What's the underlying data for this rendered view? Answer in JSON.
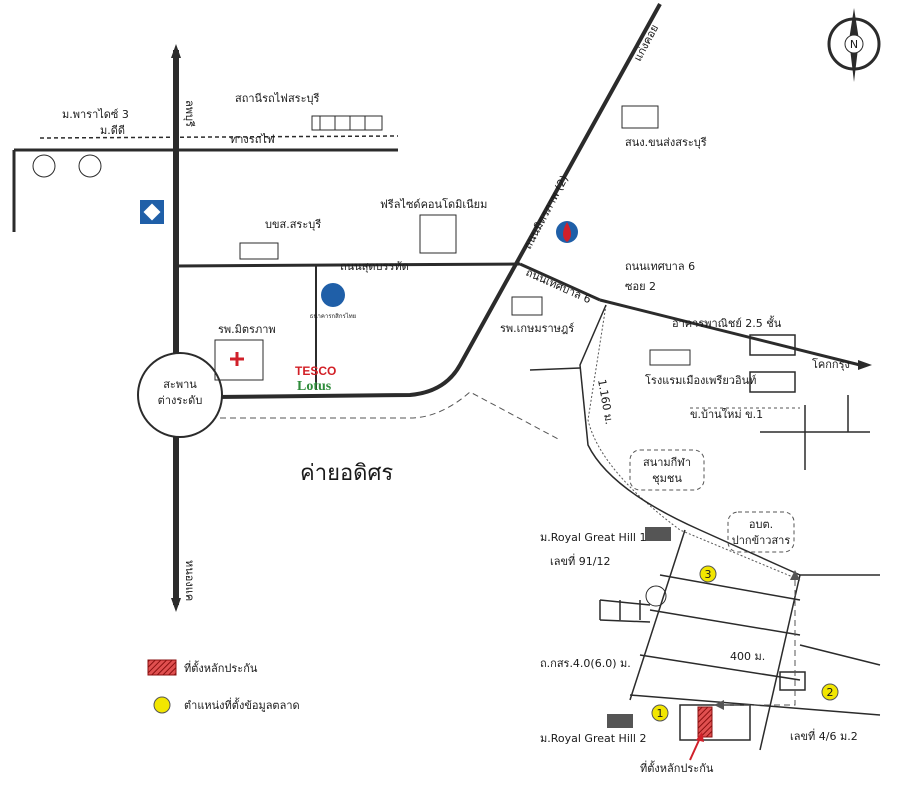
{
  "map": {
    "compass_label": "N",
    "area_label": "ค่ายอดิศร",
    "roads": {
      "north_south_top": "ลพบุรี",
      "north_south_bottom": "หนองแค",
      "railway": "ทางรถไฟ",
      "sudbanthad": "ถนนสุดบรรทัด",
      "mittraphap": "ถนนมิตรภาพ (2)",
      "mittraphap_end": "แก่งคอย",
      "tessaban6": "ถนนเทศบาล 6",
      "tessaban6_corner": "ถนนเทศบาล 6",
      "soi2": "ซอย 2",
      "kokkrung": "โคกกรุง",
      "road_1_160": "1.160 ม.",
      "distance_400": "400 ม.",
      "road_width": "ถ.กสร.4.0(6.0) ม."
    },
    "landmarks": {
      "railway_station": "สถานีรถไฟสระบุรี",
      "mu_paradise": "ม.พาราไดซ์ 3",
      "mu_d": "ม.ดีดี",
      "post_office": "บขส.สระบุรี",
      "condo": "ฟรีลไซด์คอนโดมิเนียม",
      "school": "สนง.ขนส่งสระบุรี",
      "hospital": "รพ.มิตรภาพ",
      "kasemrad": "รพ.เกษมราษฎร์",
      "bangkok_bank": "ธนาคารกสิกรไทย",
      "tesco_1": "TESCO",
      "tesco_2": "Lotus",
      "commercial": "อาคารพาณิชย์ 2.5 ชั้น",
      "hotel": "โรงแรมเมืองเพรียวอินท์",
      "village_mai": "ข.บ้านใหม่ ข.1",
      "interchange_1": "สะพาน",
      "interchange_2": "ต่างระดับ",
      "stadium_1": "สนามกีฬา",
      "stadium_2": "ชุมชน",
      "obt_1": "อบต.",
      "obt_2": "ปากข้าวสาร",
      "royal_1": "ม.Royal Great Hill 1",
      "royal_2": "ม.Royal Great Hill 2",
      "lek_91": "เลขที่ 91/12",
      "lek_46": "เลขที่ 4/6 ม.2",
      "collateral_arrow": "ที่ตั้งหลักประกัน",
      "marker_1": "1",
      "marker_2": "2",
      "marker_3": "3"
    },
    "legend": {
      "collateral": "ที่ตั้งหลักประกัน",
      "market_data": "ตำแหน่งที่ตั้งข้อมูลตลาด"
    },
    "colors": {
      "road": "#2b2b2b",
      "collateral": "#c0392b",
      "market_marker": "#f2e600",
      "bank_blue": "#1f5fa8",
      "ptt_red": "#d0202a",
      "tesco_red": "#d21f26",
      "lotus_green": "#2e8b3a"
    }
  }
}
